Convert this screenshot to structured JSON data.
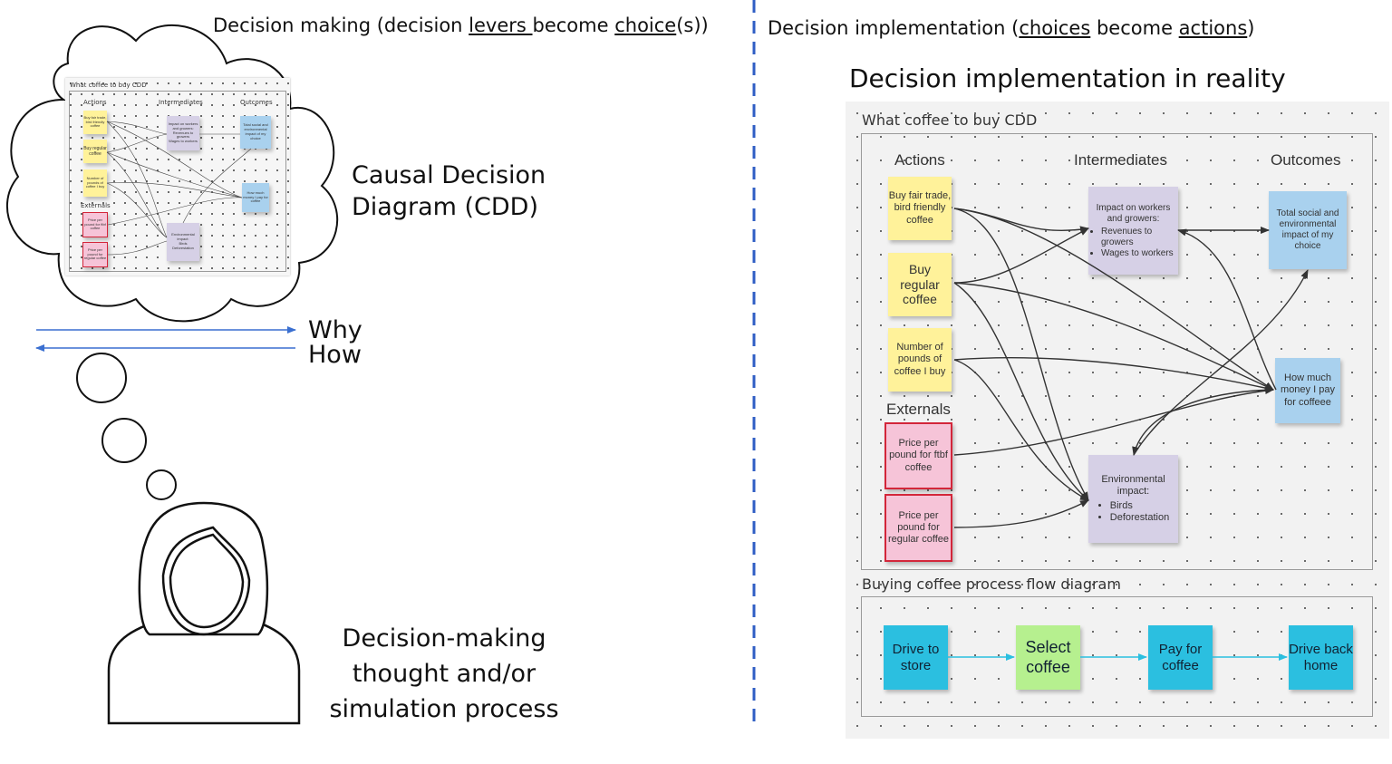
{
  "left": {
    "header": {
      "prefix": "Decision making (decision ",
      "u1": "levers ",
      "mid": "become ",
      "u2": "choice",
      "suffix": "(s))"
    },
    "cdd_label": [
      "Causal Decision",
      "Diagram (CDD)"
    ],
    "why": "Why",
    "how": "How",
    "process_label": [
      "Decision-making",
      "thought and/or",
      "simulation process"
    ],
    "mini": {
      "title": "What coffee to buy CDD",
      "col_actions": "Actions",
      "col_intermediates": "Intermediates",
      "col_outcomes": "Outcomes",
      "externals": "Externals",
      "a1": "Buy fair trade, bird friendly coffee",
      "a2": "Buy regular coffee",
      "a3": "Number of pounds of coffee I buy",
      "e1": "Price per pound for ftbf coffee",
      "e2": "Price per pound for regular coffee",
      "i1_title": "Impact on workers and growers:",
      "i1_items": [
        "Revenues to growers",
        "Wages to workers"
      ],
      "i2_title": "Environmental impact:",
      "i2_items": [
        "Birds",
        "Deforestation"
      ],
      "o1": "Total social and environmental impact of my choice",
      "o2": "How much money I pay for coffee"
    }
  },
  "right": {
    "header": {
      "prefix": "Decision implementation (",
      "u1": "choices",
      "mid": " become ",
      "u2": "actions",
      "suffix": ")"
    },
    "title": "Decision implementation in reality",
    "cdd": {
      "title": "What coffee to buy CDD",
      "col_actions": "Actions",
      "col_intermediates": "Intermediates",
      "col_outcomes": "Outcomes",
      "externals": "Externals",
      "a1": "Buy fair trade, bird friendly coffee",
      "a2": "Buy regular coffee",
      "a3": "Number of pounds of coffee I buy",
      "e1": "Price per pound for ftbf coffee",
      "e2": "Price per pound for regular coffee",
      "i1_title": "Impact on workers and growers:",
      "i1_items": [
        "Revenues to growers",
        "Wages to workers"
      ],
      "i2_title": "Environmental impact:",
      "i2_items": [
        "Birds",
        "Deforestation"
      ],
      "o1": "Total social and environmental impact of my choice",
      "o2": "How much money I pay for coffeee"
    },
    "flow": {
      "title": "Buying coffee process flow diagram",
      "steps": [
        "Drive to store",
        "Select coffee",
        "Pay for coffee",
        "Drive back home"
      ]
    }
  },
  "colors": {
    "divider": "#2f5ec4",
    "arrow_blue": "#3a6fd0",
    "edge": "#333333",
    "flow_arrow": "#2bbfe0"
  }
}
